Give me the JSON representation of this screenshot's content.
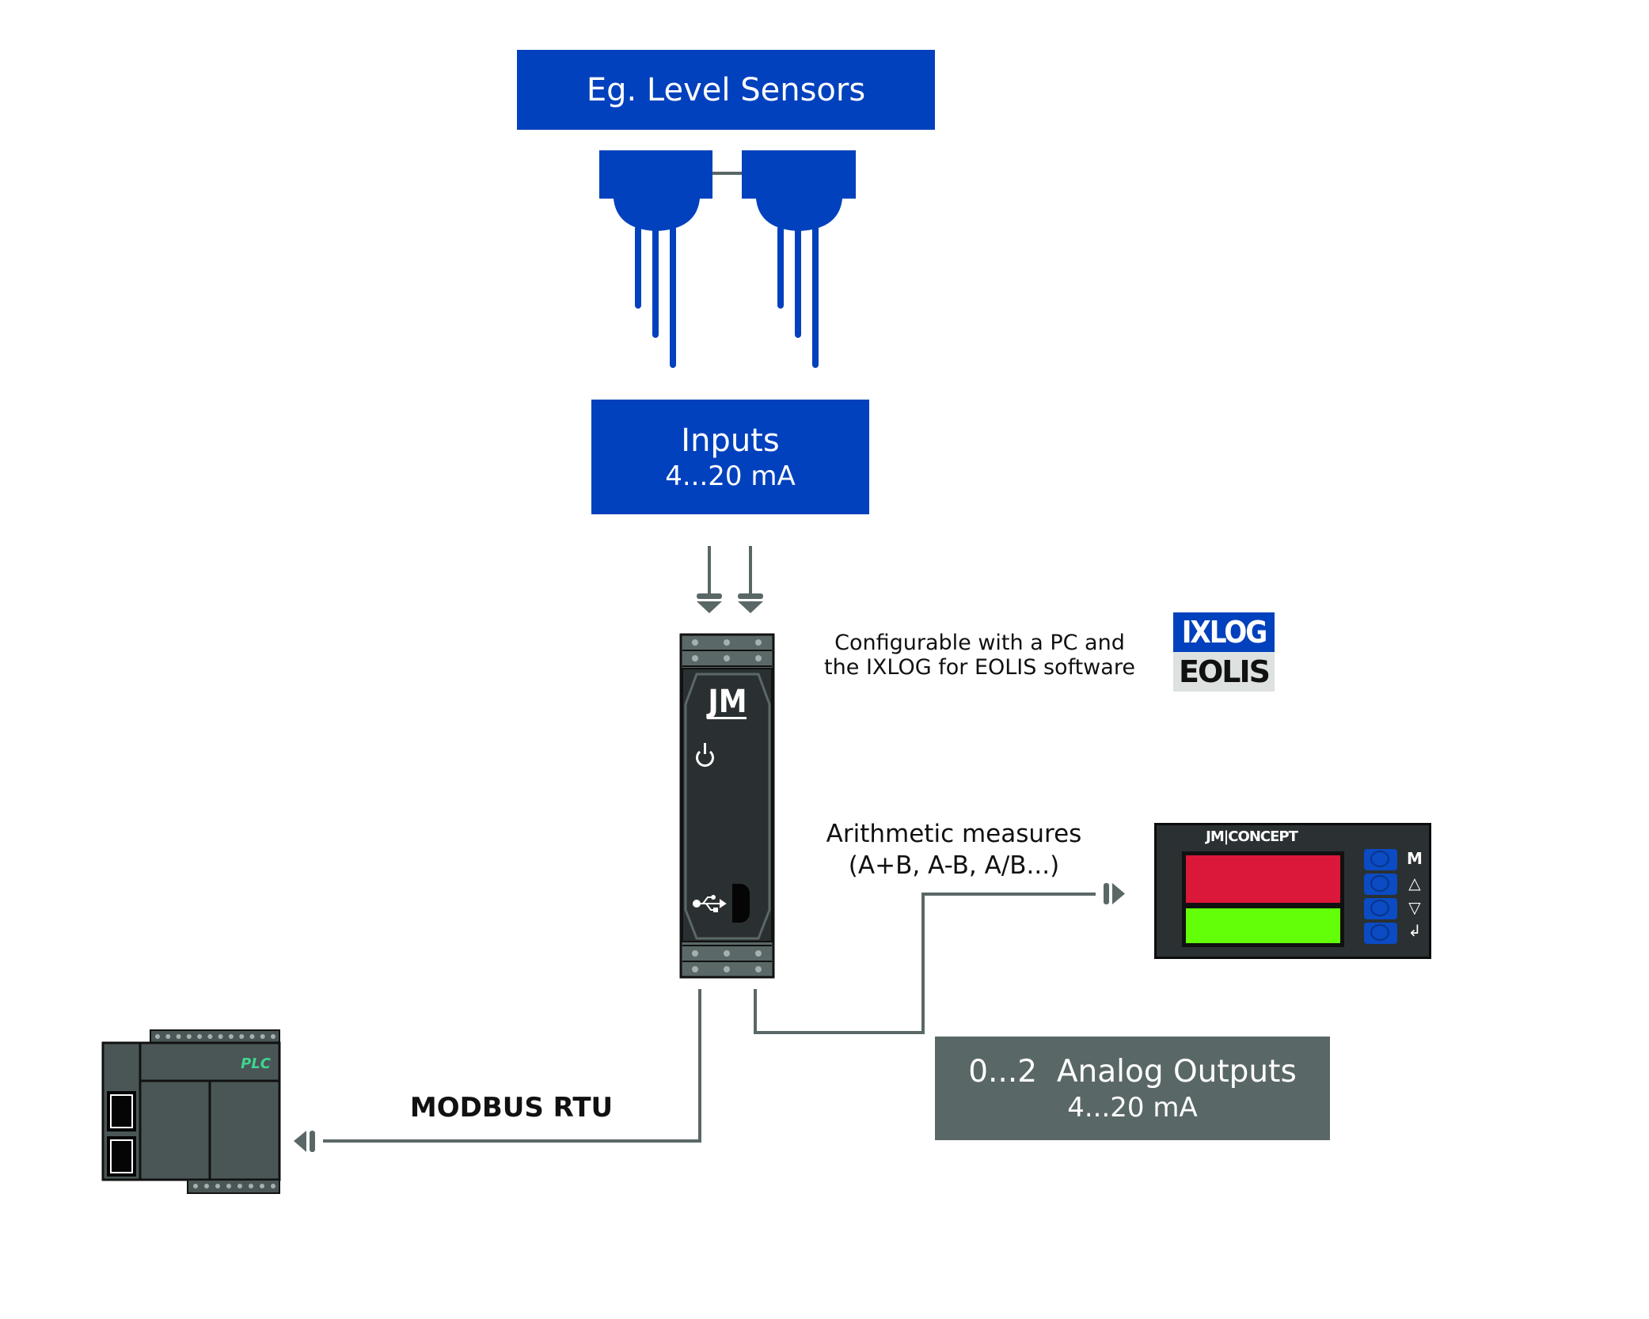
{
  "diagram": {
    "sensors": {
      "title": "Eg. Level Sensors",
      "count": 2,
      "icon": "level-sensor-icon"
    },
    "inputs": {
      "title": "Inputs",
      "range": "4...20 mA",
      "channels": 2
    },
    "device": {
      "brand": "JM",
      "icons": [
        "power-icon",
        "usb-icon"
      ]
    },
    "config": {
      "line1": "Configurable with a PC and",
      "line2": "the IXLOG for EOLIS software",
      "logo_top": "IXLOG",
      "logo_bottom": "EOLIS"
    },
    "arithmetic": {
      "line1": "Arithmetic measures",
      "line2": "(A+B, A-B, A/B...)"
    },
    "display": {
      "brand": "JM|CONCEPT",
      "keys": [
        "M",
        "△",
        "▽",
        "↲"
      ]
    },
    "outputs": {
      "title": "0...2  Analog Outputs",
      "range": "4...20 mA"
    },
    "modbus": {
      "label": "MODBUS RTU"
    },
    "plc": {
      "label": "PLC"
    },
    "colors": {
      "blue": "#0141bd",
      "gray": "#5a6767",
      "display_red": "#dc183a",
      "display_green": "#63ff09",
      "plc_label": "#3fd58f"
    }
  }
}
